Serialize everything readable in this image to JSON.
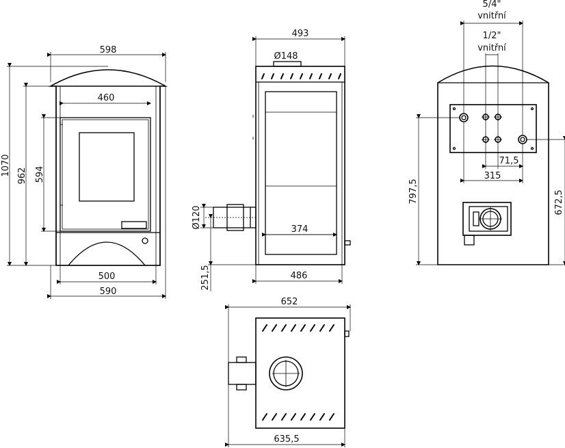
{
  "dimensions": {
    "front_top_width": "598",
    "front_door_width": "460",
    "front_total_height": "1070",
    "front_body_height": "962",
    "front_door_height": "594",
    "front_inner_width": "500",
    "front_base_width": "590",
    "side_top_width": "493",
    "flue_top_diameter": "Ø148",
    "rear_outlet_diameter": "Ø120",
    "rear_outlet_height": "251,5",
    "side_inner_width": "374",
    "side_base_width": "486",
    "pipe_large_size": "5/4\"",
    "pipe_large_note": "vnitřní",
    "pipe_small_size": "1/2\"",
    "pipe_small_note": "vnitřní",
    "back_spacing_small": "71,5",
    "back_spacing_large": "315",
    "back_height_left": "797,5",
    "back_height_right": "672,5",
    "top_depth": "652",
    "top_width": "635,5"
  }
}
